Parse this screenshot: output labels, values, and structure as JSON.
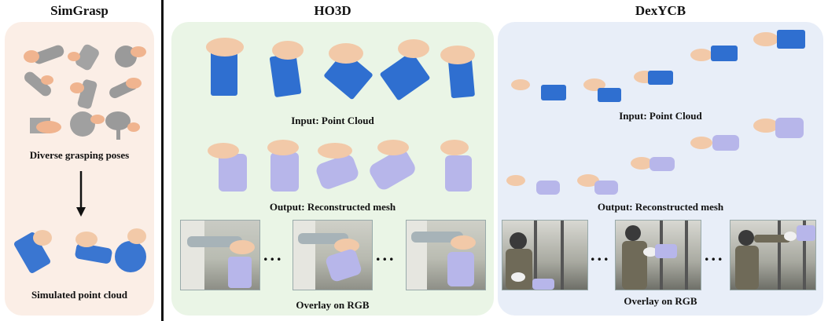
{
  "sections": {
    "simgrasp": {
      "title": "SimGrasp",
      "caption_top": "Diverse grasping poses",
      "caption_bottom": "Simulated point cloud",
      "bg_color": "#fbeee6"
    },
    "ho3d": {
      "title": "HO3D",
      "caption_input": "Input: Point Cloud",
      "caption_output": "Output: Reconstructed mesh",
      "caption_overlay": "Overlay on RGB",
      "bg_color": "#eaf5e6"
    },
    "dexycb": {
      "title": "DexYCB",
      "caption_input": "Input: Point Cloud",
      "caption_output": "Output: Reconstructed mesh",
      "caption_overlay": "Overlay on RGB",
      "bg_color": "#e8eef8"
    }
  },
  "ellipsis": "...",
  "colors": {
    "point_cloud": "#2f6fd0",
    "mesh": "#b7b6ea",
    "hand": "#f2c9a8",
    "gray_object": "#9a9a9a",
    "divider": "#111111"
  }
}
